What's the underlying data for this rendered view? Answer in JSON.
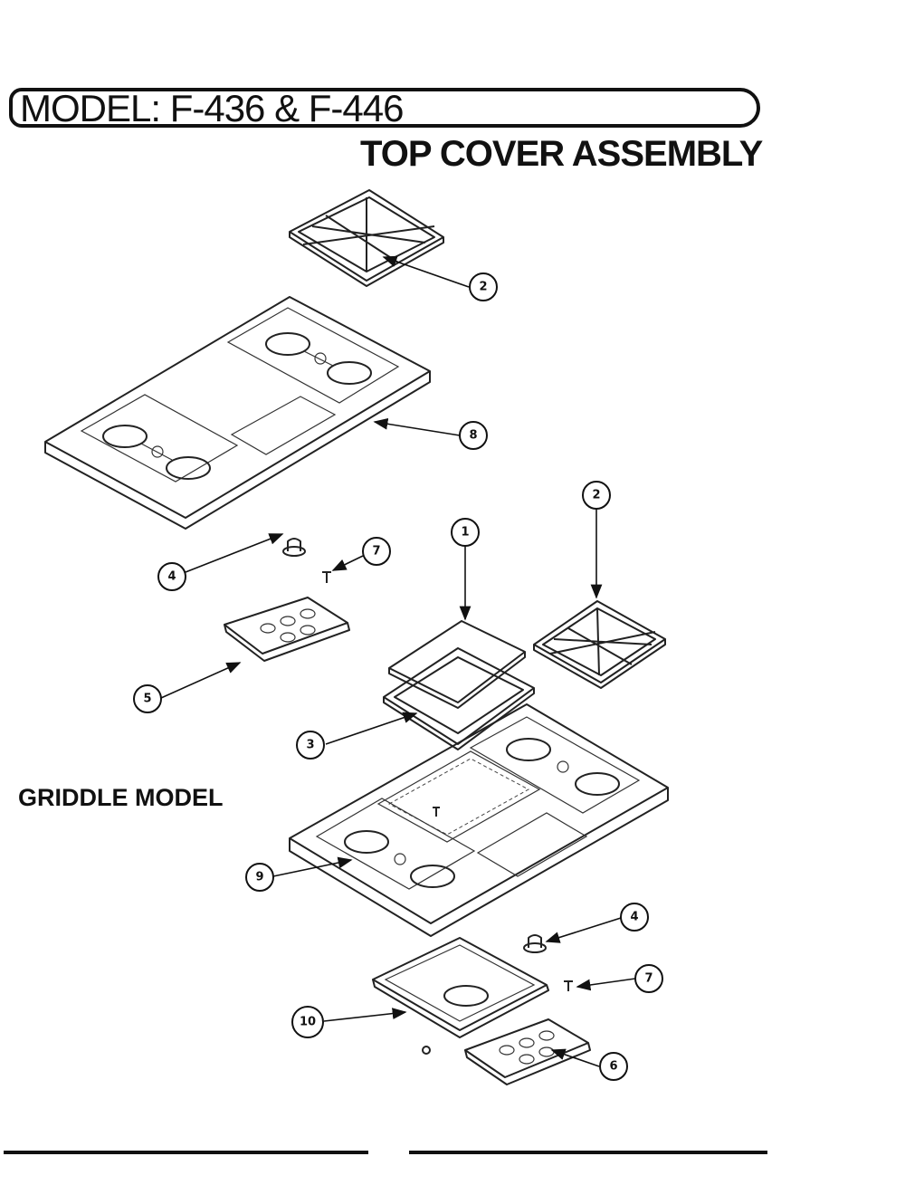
{
  "header": {
    "model_label": "MODEL: F-436 & F-446",
    "title": "TOP COVER ASSEMBLY"
  },
  "section_label": "GRIDDLE MODEL",
  "callouts": [
    {
      "id": "c-2a",
      "label": "2"
    },
    {
      "id": "c-8",
      "label": "8"
    },
    {
      "id": "c-2b",
      "label": "2"
    },
    {
      "id": "c-1",
      "label": "1"
    },
    {
      "id": "c-4a",
      "label": "4"
    },
    {
      "id": "c-7a",
      "label": "7"
    },
    {
      "id": "c-5",
      "label": "5"
    },
    {
      "id": "c-3",
      "label": "3"
    },
    {
      "id": "c-9",
      "label": "9"
    },
    {
      "id": "c-4b",
      "label": "4"
    },
    {
      "id": "c-7b",
      "label": "7"
    },
    {
      "id": "c-10",
      "label": "10"
    },
    {
      "id": "c-6",
      "label": "6"
    }
  ]
}
